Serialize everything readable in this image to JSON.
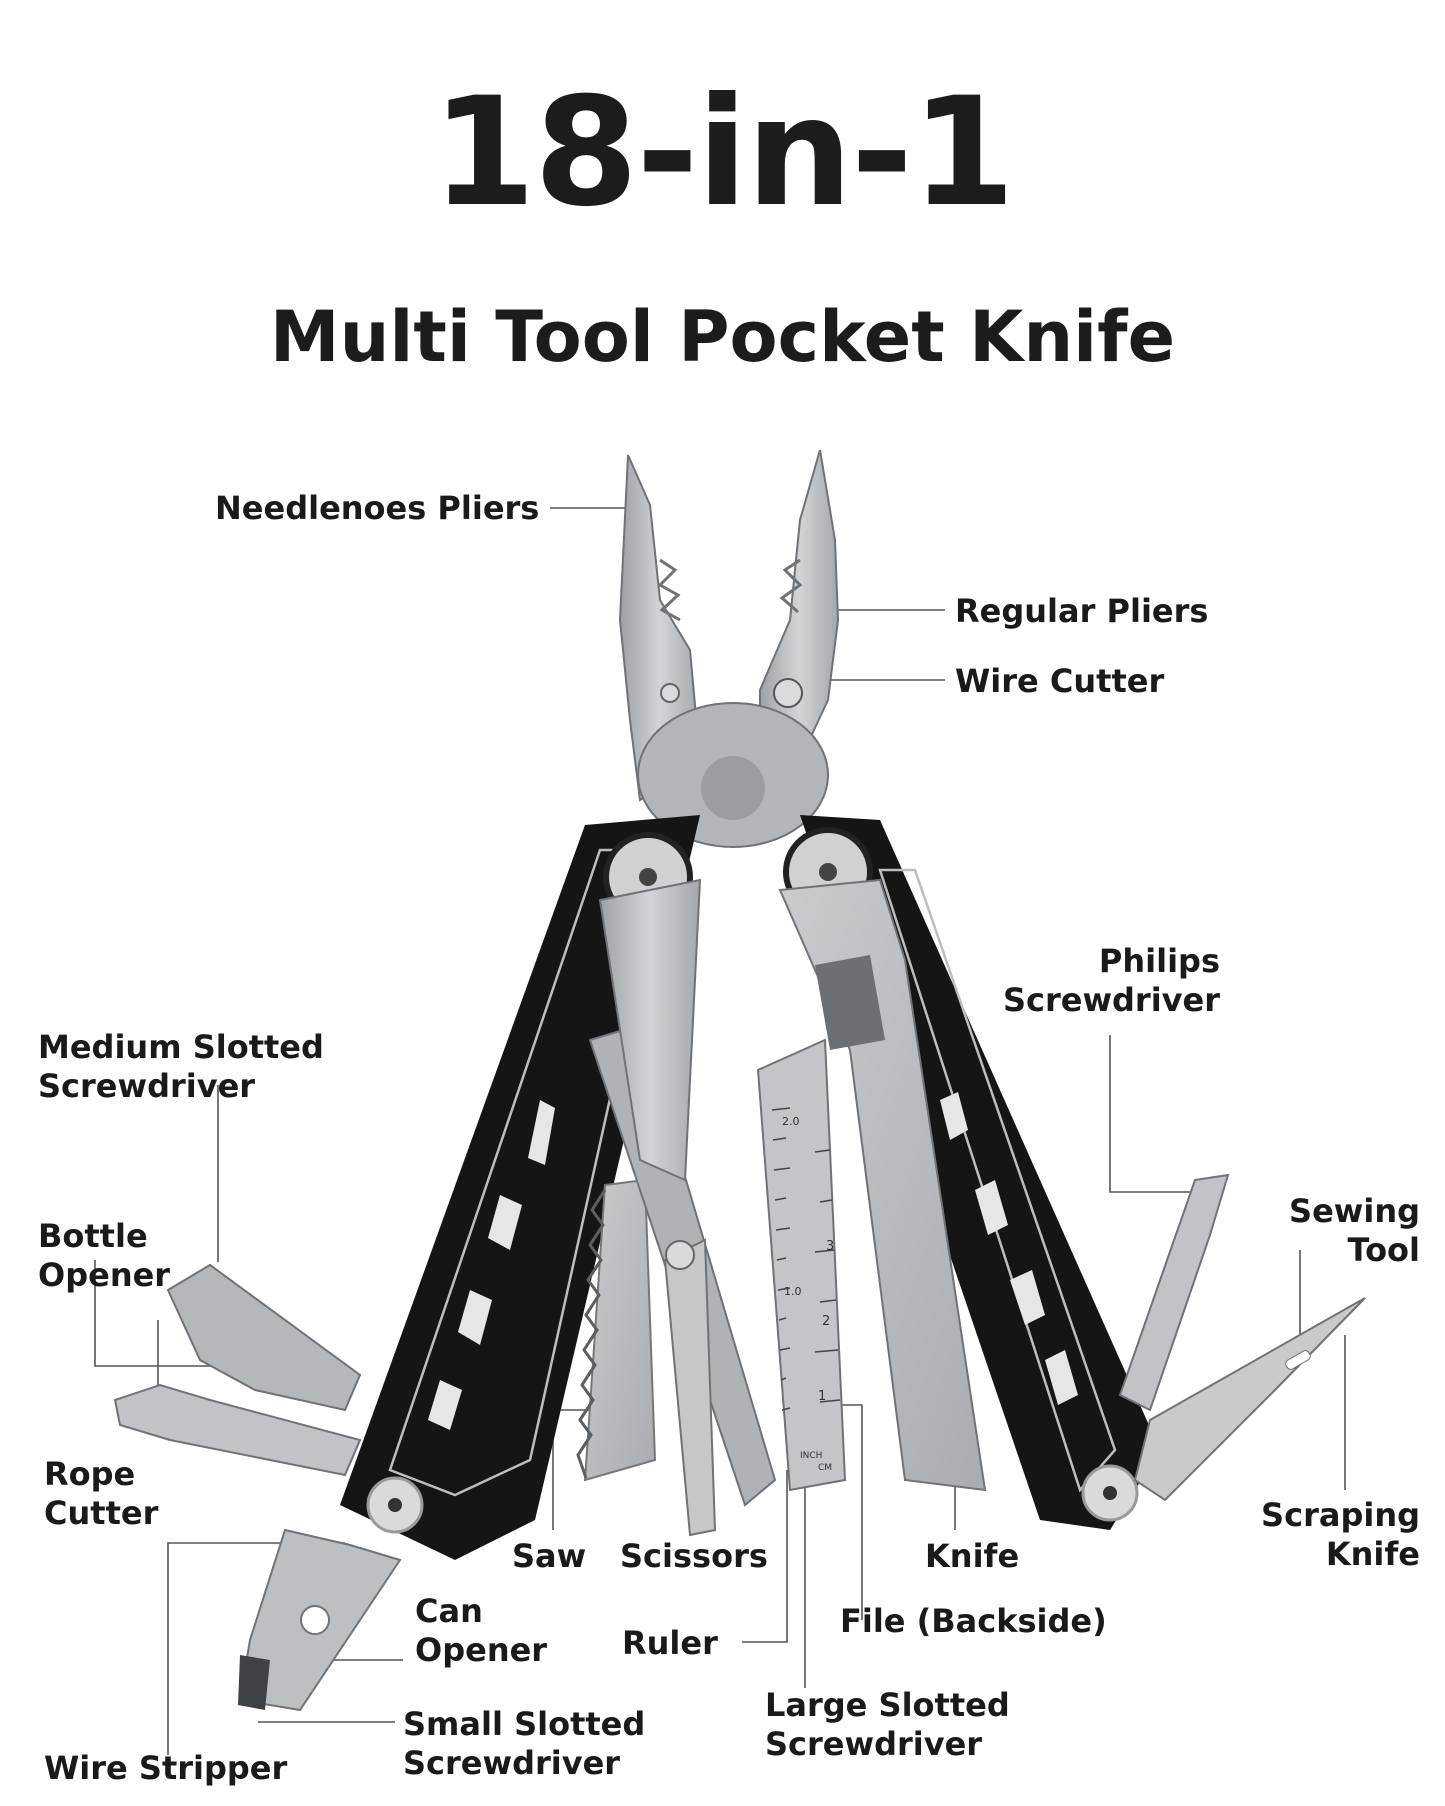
{
  "header": {
    "title": "18-in-1",
    "subtitle": "Multi Tool Pocket Knife"
  },
  "labels": {
    "needlenose_pliers": "Needlenoes Pliers",
    "regular_pliers": "Regular Pliers",
    "wire_cutter": "Wire Cutter",
    "philips_screwdriver": "Philips\nScrewdriver",
    "medium_slotted_screwdriver": "Medium Slotted\nScrewdriver",
    "bottle_opener": "Bottle\nOpener",
    "sewing_tool": "Sewing\nTool",
    "rope_cutter": "Rope\nCutter",
    "saw": "Saw",
    "scissors": "Scissors",
    "knife": "Knife",
    "scraping_knife": "Scraping\nKnife",
    "can_opener": "Can\nOpener",
    "ruler": "Ruler",
    "file_backside": "File (Backside)",
    "large_slotted_screwdriver": "Large Slotted\nScrewdriver",
    "small_slotted_screwdriver": "Small Slotted\nScrewdriver",
    "wire_stripper": "Wire Stripper"
  },
  "ruler_marks": {
    "inch": [
      "1",
      "2",
      "3"
    ],
    "cm": [
      "1.0",
      "2.0"
    ],
    "unit_inch": "INCH",
    "unit_cm": "CM"
  },
  "colors": {
    "steel": "#b9bcbf",
    "steel_dark": "#8e9296",
    "handle": "#141414",
    "leader": "#555555"
  }
}
